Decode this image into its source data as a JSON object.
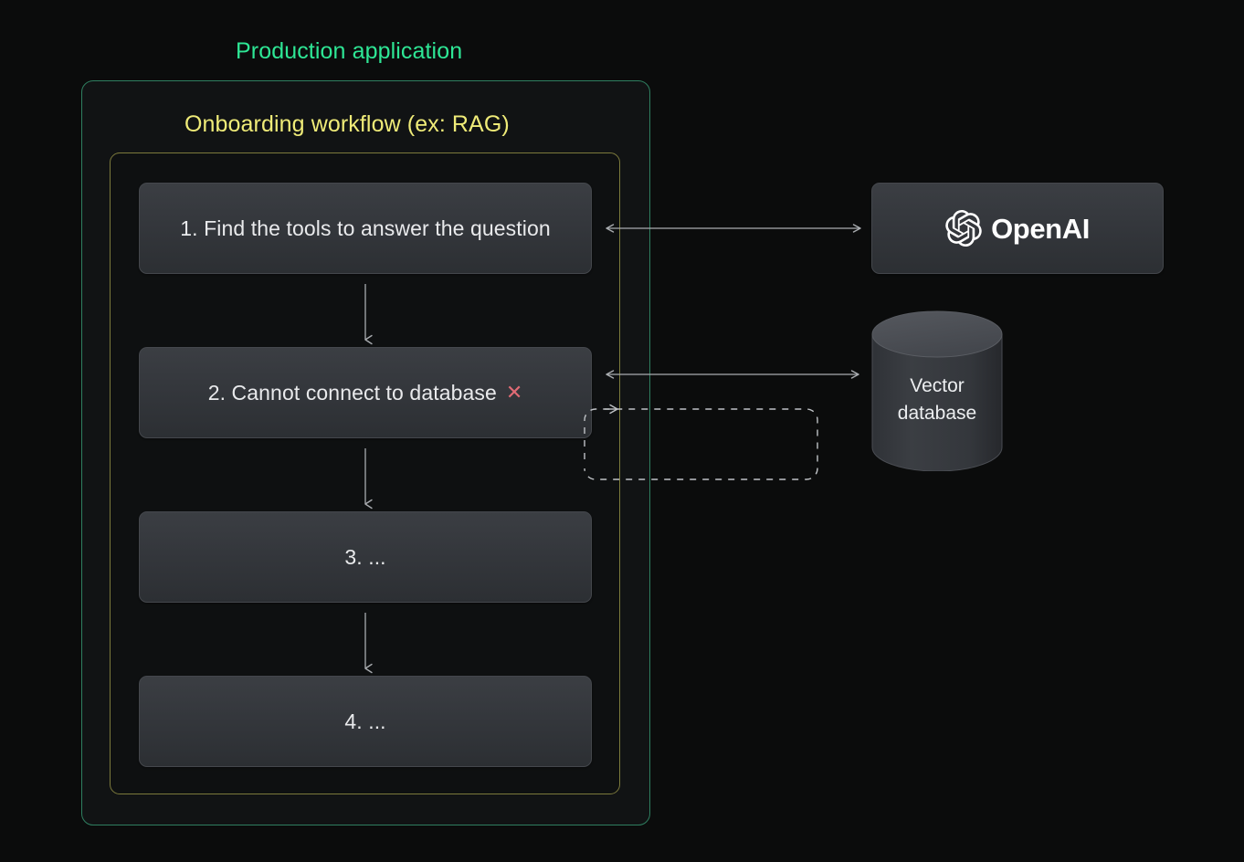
{
  "diagram": {
    "background_color": "#0b0c0c",
    "production_title": "Production application",
    "production_title_color": "#2ee695",
    "workflow_title": "Onboarding workflow (ex: RAG)",
    "workflow_title_color": "#efeb78",
    "steps": [
      {
        "number": "1.",
        "text": "Find the tools to answer the question",
        "label": "1.  Find the tools to answer the question",
        "status": "ok"
      },
      {
        "number": "2.",
        "text": "Cannot connect to database",
        "label": "2.  Cannot connect to database",
        "status": "error",
        "error_glyph": "✕",
        "error_color": "#e06b75"
      },
      {
        "number": "3.",
        "text": "...",
        "label": "3.  ...",
        "status": "ok"
      },
      {
        "number": "4.",
        "text": "...",
        "label": "4.  ...",
        "status": "ok"
      }
    ],
    "services": {
      "openai": {
        "name": "OpenAI",
        "logo_icon": "openai-blossom-icon"
      },
      "vector_database": {
        "name": "Vector\ndatabase",
        "line1": "Vector",
        "line2": "database",
        "shape": "cylinder"
      }
    },
    "connectors": [
      {
        "name": "step1-to-openai",
        "kind": "bidirectional-arrow",
        "style": "solid",
        "from": "step-1",
        "to": "openai"
      },
      {
        "name": "step2-to-vector-database",
        "kind": "bidirectional-arrow",
        "style": "solid",
        "from": "step-2",
        "to": "vector-database"
      },
      {
        "name": "retry-loop-to-step2",
        "kind": "arrow",
        "style": "dashed",
        "from": "retry-loop",
        "to": "step-2"
      },
      {
        "name": "step1-to-step2",
        "kind": "arrow",
        "style": "solid",
        "direction": "down"
      },
      {
        "name": "step2-to-step3",
        "kind": "arrow",
        "style": "solid",
        "direction": "down"
      },
      {
        "name": "step3-to-step4",
        "kind": "arrow",
        "style": "solid",
        "direction": "down"
      }
    ],
    "colors": {
      "outer_border": "#2f7f60",
      "inner_border": "#7c7a3c",
      "node_fill_top": "#3b3e43",
      "node_fill_bottom": "#2c2f33",
      "arrow": "#a9acb0",
      "text": "#e9eaec"
    }
  }
}
